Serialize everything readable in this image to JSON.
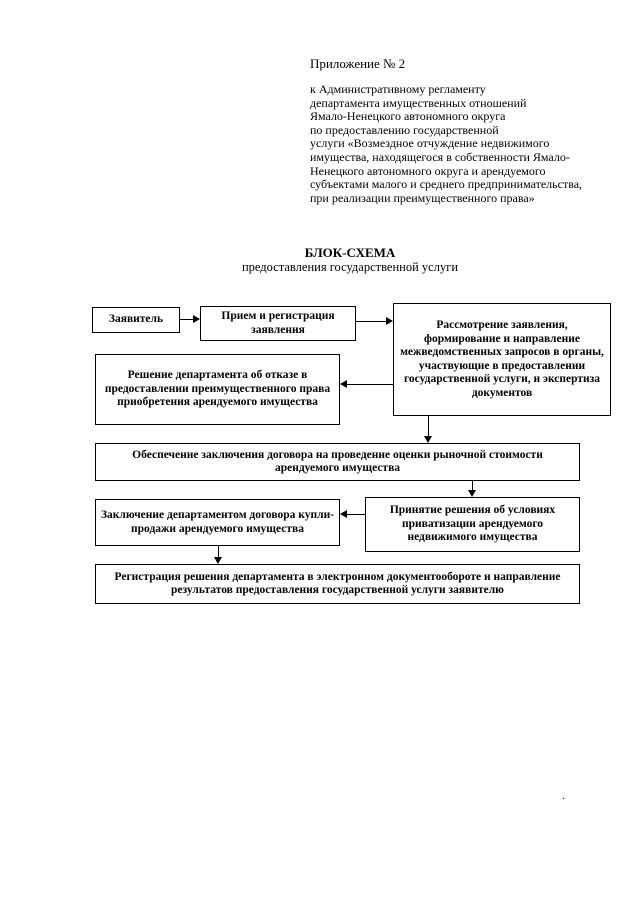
{
  "header": {
    "appendix": "Приложение № 2",
    "lines": [
      "к Административному регламенту",
      "департамента имущественных отношений",
      "Ямало-Ненецкого автономного округа",
      "по предоставлению государственной",
      "услуги «Возмездное отчуждение недвижимого",
      "имущества, находящегося в собственности  Ямало-",
      "Ненецкого автономного округа и арендуемого",
      "субъектами малого и среднего предпринимательства,",
      "при реализации преимущественного права»"
    ]
  },
  "diagram": {
    "title": "БЛОК-СХЕМА",
    "subtitle": "предоставления государственной услуги"
  },
  "flowchart": {
    "boxes": {
      "applicant": "Заявитель",
      "reception": "Прием и регистрация заявления",
      "review": "Рассмотрение заявления, формирование и направление межведомственных запросов в органы, участвующие в предоставлении государственной услуги, и экспертиза документов",
      "refusal": "Решение департамента об отказе в предоставлении преимущественного права приобретения арендуемого имущества",
      "valuation": "Обеспечение заключения договора на проведение оценки рыночной стоимости арендуемого имущества",
      "privatization": "Принятие решения об условиях приватизации арендуемого недвижимого имущества",
      "contract": "Заключение департаментом договора купли-продажи арендуемого имущества",
      "registration": "Регистрация решения департамента в электронном документообороте и направление результатов предоставления государственной  услуги заявителю"
    }
  },
  "artifact": {
    "dot": "."
  }
}
